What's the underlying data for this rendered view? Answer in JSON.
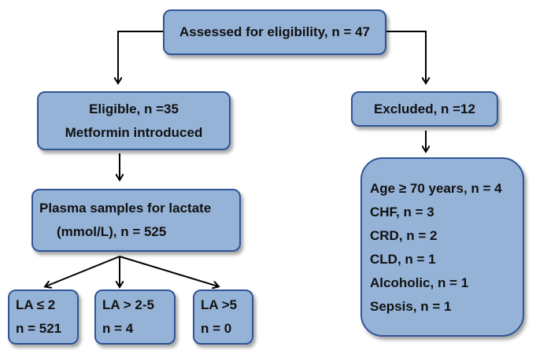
{
  "flowchart": {
    "top": {
      "text": "Assessed for eligibility, n = 47"
    },
    "eligible": {
      "line1": "Eligible, n =35",
      "line2": "Metformin introduced"
    },
    "excluded": {
      "text": "Excluded, n =12"
    },
    "plasma": {
      "line1": "Plasma samples for lactate",
      "line2": "(mmol/L), n = 525"
    },
    "la1": {
      "line1": "LA ≤ 2",
      "line2": "n = 521"
    },
    "la2": {
      "line1": "LA > 2-5",
      "line2": "n = 4"
    },
    "la3": {
      "line1": "LA >5",
      "line2": "n = 0"
    },
    "reasons": [
      "Age ≥ 70 years, n = 4",
      "CHF, n = 3",
      "CRD, n = 2",
      "CLD, n = 1",
      "Alcoholic, n = 1",
      "Sepsis, n = 1"
    ]
  },
  "colors": {
    "box_fill": "#95b3d7",
    "box_border": "#2f5597",
    "arrow": "#000000"
  }
}
